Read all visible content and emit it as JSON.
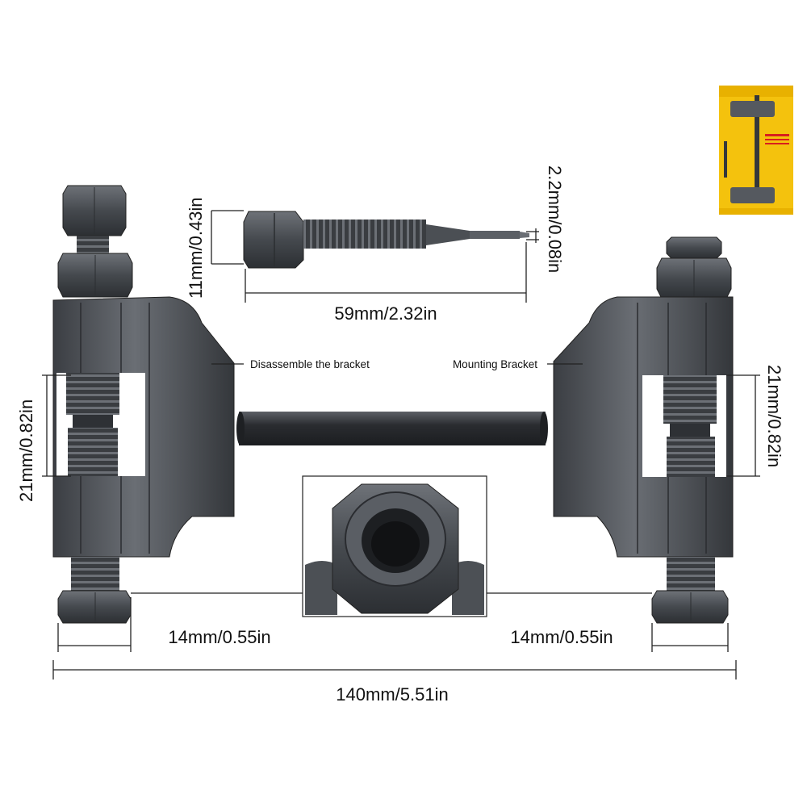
{
  "dimensions": {
    "pin_head_height": "11mm/0.43in",
    "pin_tip_diameter": "2.2mm/0.08in",
    "pin_length": "59mm/2.32in",
    "left_opening": "21mm/0.82in",
    "right_opening": "21mm/0.82in",
    "left_nut": "14mm/0.55in",
    "right_nut": "14mm/0.55in",
    "total_length": "140mm/5.51in"
  },
  "labels": {
    "left_bracket": "Disassemble the bracket",
    "right_bracket": "Mounting Bracket"
  },
  "colors": {
    "steel_dark": "#3a3d42",
    "steel_mid": "#55595f",
    "steel_light": "#7b7f86",
    "package_yellow": "#f4c20d",
    "package_red": "#d81e1e"
  }
}
